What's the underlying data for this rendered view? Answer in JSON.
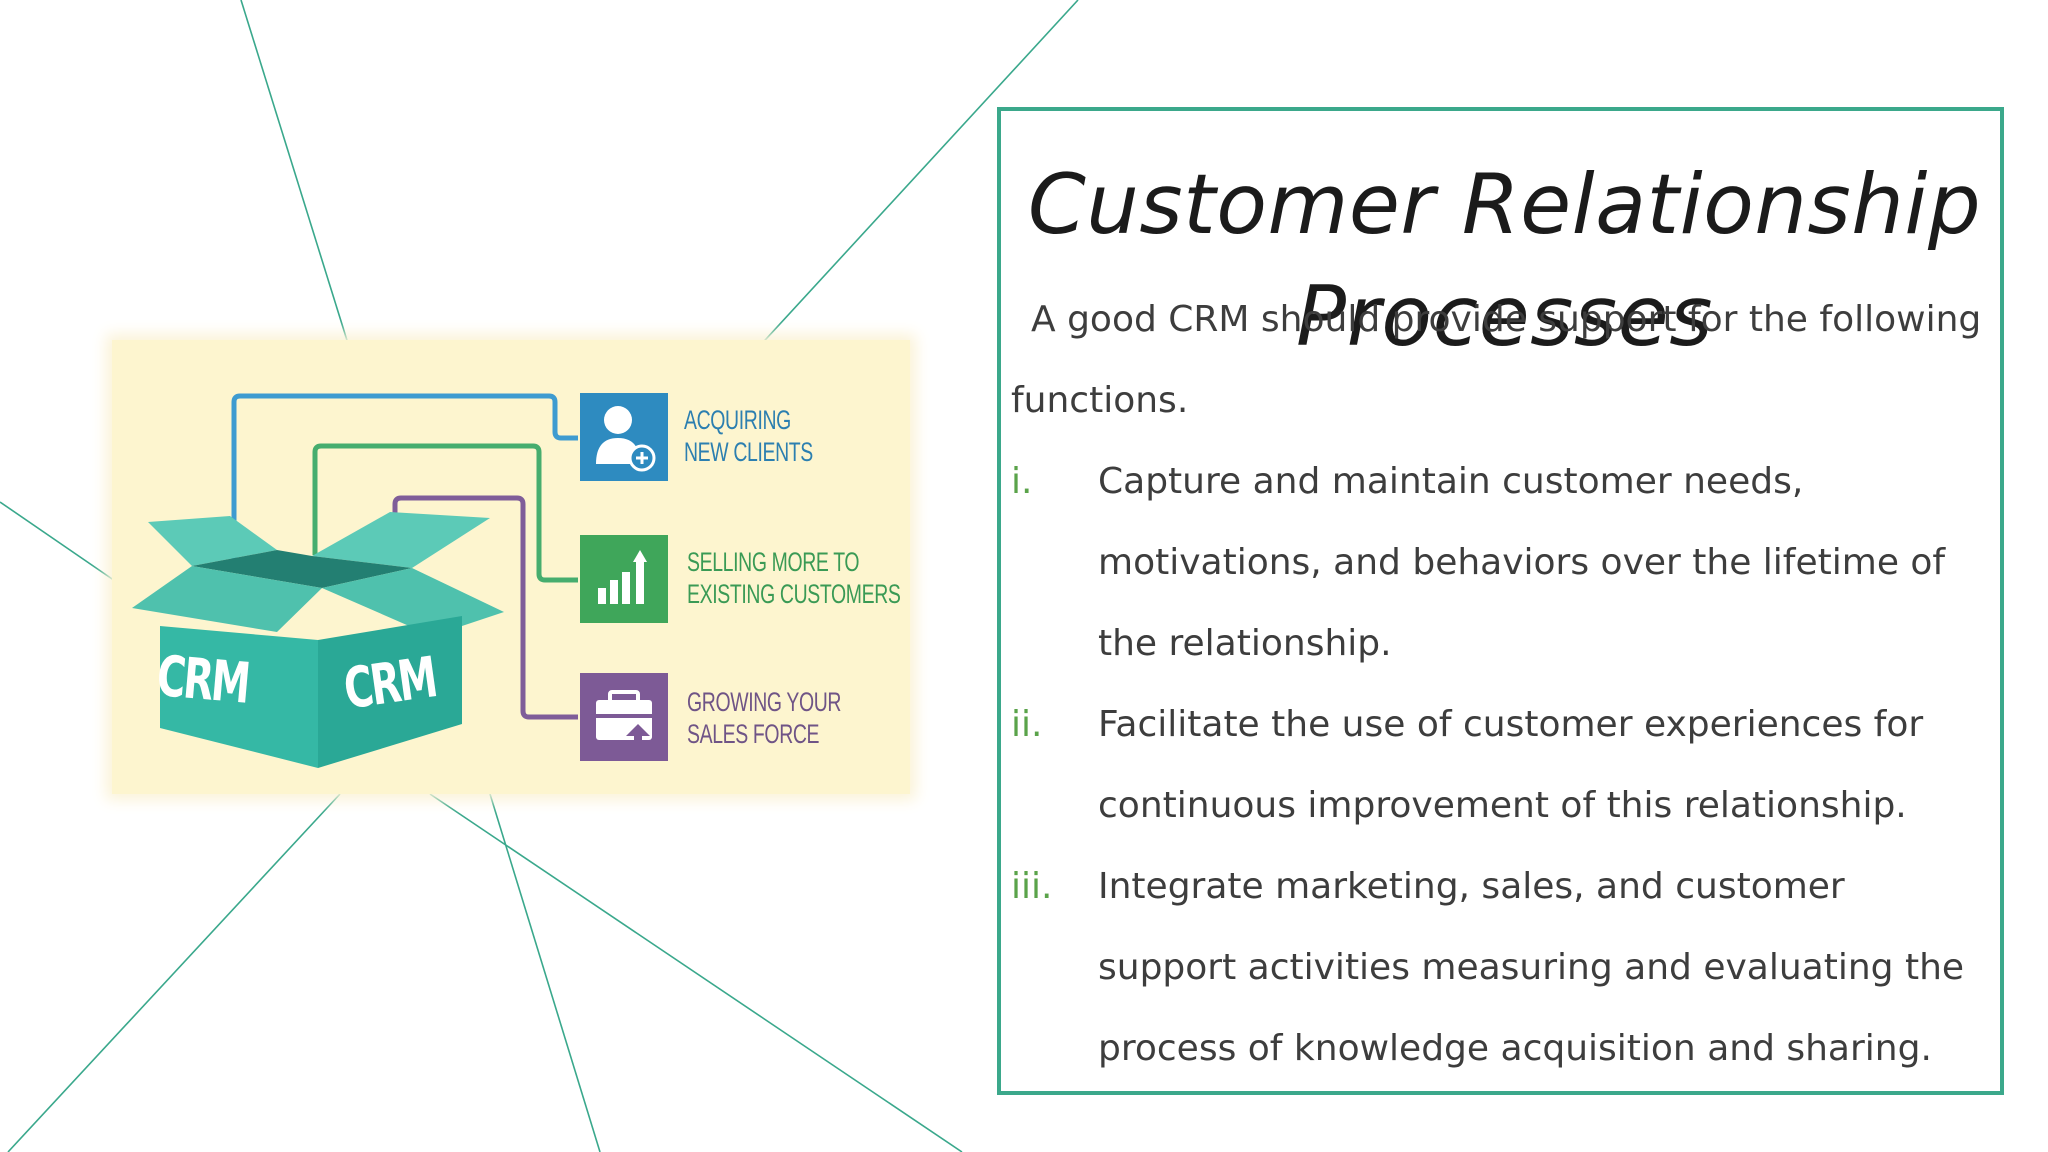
{
  "slide": {
    "title": "Customer Relationship Processes",
    "intro": "A good CRM should provide support for the following functions.",
    "functions": [
      {
        "numeral": "i.",
        "text": "Capture and maintain customer needs, motivations, and behaviors over the lifetime of the relationship."
      },
      {
        "numeral": "ii.",
        "text": "Facilitate the use of customer experiences for continuous improvement of this relationship."
      },
      {
        "numeral": "iii.",
        "text": "Integrate marketing, sales, and customer support activities measuring and evaluating the process of knowledge acquisition and sharing."
      }
    ]
  },
  "illustration": {
    "box_label_left": "CRM",
    "box_label_right": "CRM",
    "features": [
      {
        "line1": "ACQUIRING",
        "line2": "NEW CLIENTS",
        "icon": "user-add-icon",
        "color": "#2e8bc0",
        "text_color": "#2c7fb0"
      },
      {
        "line1": "SELLING MORE TO",
        "line2": "EXISTING CUSTOMERS",
        "icon": "bar-chart-up-icon",
        "color": "#3fa65a",
        "text_color": "#3a9a55"
      },
      {
        "line1": "GROWING YOUR",
        "line2": "SALES FORCE",
        "icon": "briefcase-icon",
        "color": "#7d5a96",
        "text_color": "#6f5486"
      }
    ]
  },
  "colors": {
    "accent": "#3ba88b",
    "numeral": "#5aa34a",
    "body_text": "#3d3d3d",
    "box_teal": "#35b8a5"
  }
}
